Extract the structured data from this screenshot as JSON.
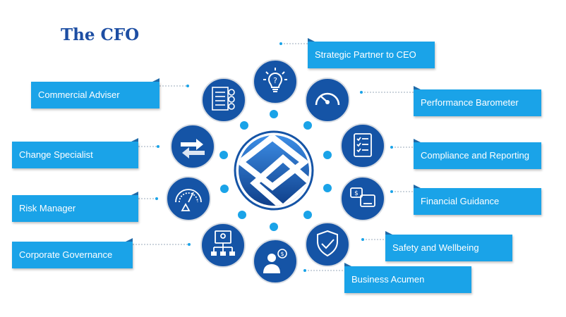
{
  "title": "The CFO",
  "colors": {
    "navy": "#1d4ea3",
    "circle": "#1554a6",
    "label": "#1aa3e8",
    "dot": "#1aa3e8"
  },
  "roles": [
    {
      "label": "Strategic Partner to CEO",
      "icon": "lightbulb-icon"
    },
    {
      "label": "Performance Barometer",
      "icon": "speedometer-icon"
    },
    {
      "label": "Compliance and Reporting",
      "icon": "checklist-icon"
    },
    {
      "label": "Financial Guidance",
      "icon": "finance-chat-icon"
    },
    {
      "label": "Safety and Wellbeing",
      "icon": "shield-check-icon"
    },
    {
      "label": "Business Acumen",
      "icon": "businessman-dollar-icon"
    },
    {
      "label": "Corporate Governance",
      "icon": "org-chart-icon"
    },
    {
      "label": "Risk Manager",
      "icon": "risk-gauge-icon"
    },
    {
      "label": "Change Specialist",
      "icon": "swap-arrows-icon"
    },
    {
      "label": "Commercial Adviser",
      "icon": "invoice-icon"
    }
  ]
}
